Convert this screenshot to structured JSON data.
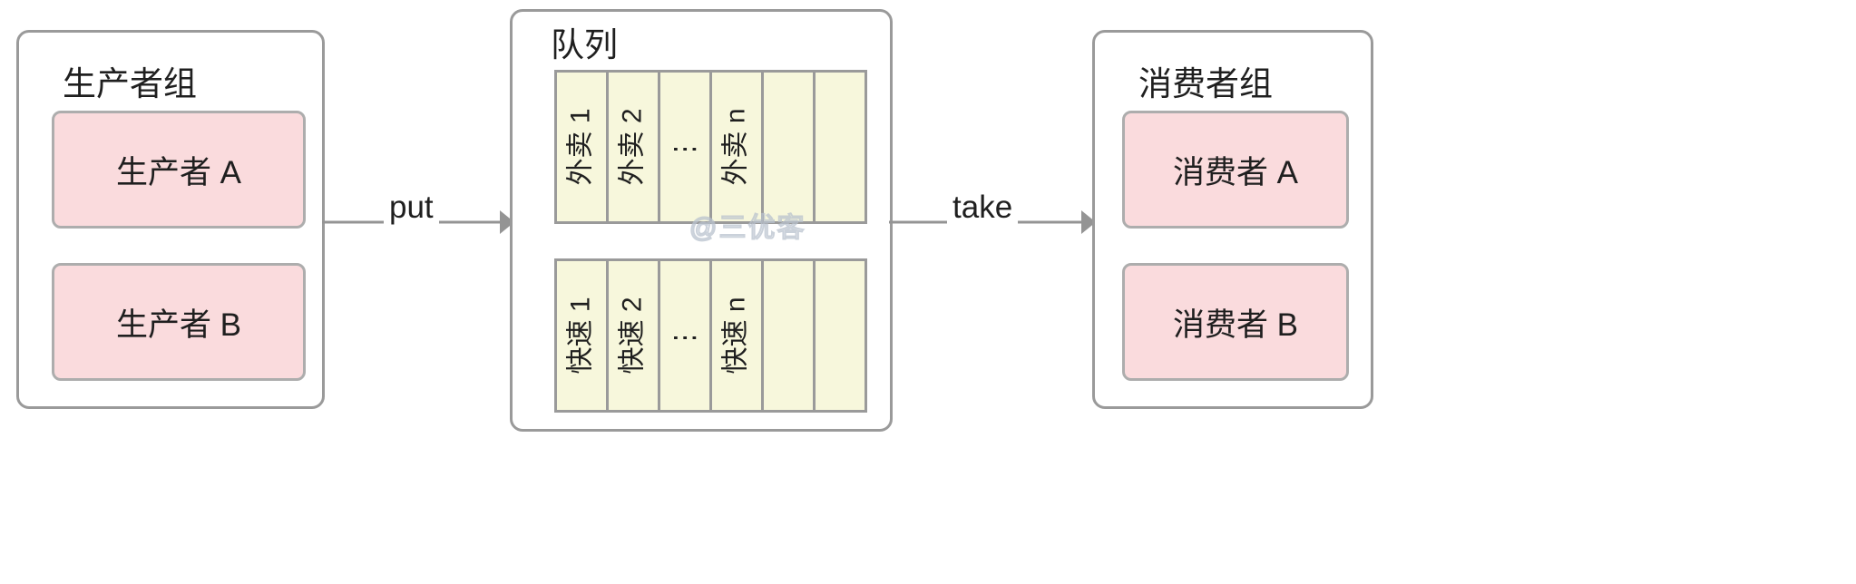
{
  "diagram": {
    "title": "producer-consumer queue diagram",
    "colors": {
      "member_fill": "#fadbdd",
      "member_border": "#adadad",
      "group_border": "#9a9a9a",
      "queue_cell_fill": "#f7f7dc",
      "queue_cell_border": "#9a9a9a",
      "arrow": "#949494",
      "text": "#1f1f1f",
      "watermark": "#b9c2ce",
      "background": "#ffffff"
    }
  },
  "producer_group": {
    "title": "生产者组",
    "members": [
      {
        "label": "生产者 A"
      },
      {
        "label": "生产者 B"
      }
    ]
  },
  "queue_group": {
    "title": "队列",
    "watermark": "@三优客",
    "rows": [
      {
        "name": "takeout-queue",
        "cells": [
          {
            "label": "外卖 1",
            "kind": "item"
          },
          {
            "label": "外卖 2",
            "kind": "item"
          },
          {
            "label": "⋮",
            "kind": "dots"
          },
          {
            "label": "外卖 n",
            "kind": "item"
          },
          {
            "label": "",
            "kind": "empty"
          },
          {
            "label": "",
            "kind": "empty"
          }
        ]
      },
      {
        "name": "express-queue",
        "cells": [
          {
            "label": "快速 1",
            "kind": "item"
          },
          {
            "label": "快速 2",
            "kind": "item"
          },
          {
            "label": "⋮",
            "kind": "dots"
          },
          {
            "label": "快速 n",
            "kind": "item"
          },
          {
            "label": "",
            "kind": "empty"
          },
          {
            "label": "",
            "kind": "empty"
          }
        ]
      }
    ]
  },
  "consumer_group": {
    "title": "消费者组",
    "members": [
      {
        "label": "消费者 A"
      },
      {
        "label": "消费者 B"
      }
    ]
  },
  "arrows": [
    {
      "name": "put",
      "label": "put",
      "from": "producer_group",
      "to": "queue_group"
    },
    {
      "name": "take",
      "label": "take",
      "from": "queue_group",
      "to": "consumer_group"
    }
  ]
}
